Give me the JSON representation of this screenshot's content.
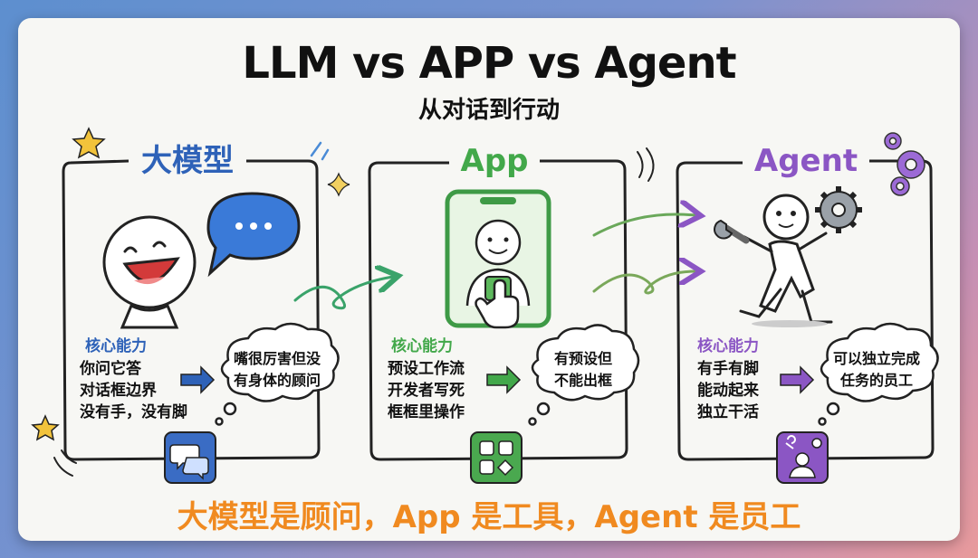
{
  "title": "LLM vs APP vs Agent",
  "subtitle": "从对话到行动",
  "colors": {
    "llm": "#2e62b8",
    "app": "#42a84a",
    "agent": "#8b56c4",
    "bottom": "#f08a20"
  },
  "panels": [
    {
      "name": "大模型",
      "capability_title": "核心能力",
      "capabilities": [
        "你问它答",
        "对话框边界",
        "没有手，没有脚"
      ],
      "bubble": [
        "嘴很厉害但没",
        "有身体的顾问"
      ],
      "badge_icon": "chat-bubbles-icon"
    },
    {
      "name": "App",
      "capability_title": "核心能力",
      "capabilities": [
        "预设工作流",
        "开发者写死",
        "框框里操作"
      ],
      "bubble": [
        "有预设但",
        "不能出框"
      ],
      "badge_icon": "app-grid-icon"
    },
    {
      "name": "Agent",
      "capability_title": "核心能力",
      "capabilities": [
        "有手有脚",
        "能动起来",
        "独立干活"
      ],
      "bubble": [
        "可以独立完成",
        "任务的员工"
      ],
      "badge_icon": "worker-gear-icon"
    }
  ],
  "bottom_line": "大模型是顾问，App 是工具，Agent 是员工"
}
